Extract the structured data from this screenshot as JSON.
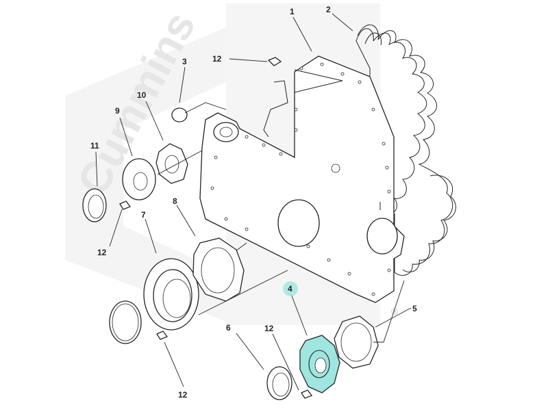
{
  "watermark": {
    "text": "Cummins",
    "registered": "®"
  },
  "callouts": [
    {
      "id": "1",
      "label": "1"
    },
    {
      "id": "2",
      "label": "2"
    },
    {
      "id": "3",
      "label": "3"
    },
    {
      "id": "4",
      "label": "4",
      "highlighted": true
    },
    {
      "id": "5",
      "label": "5"
    },
    {
      "id": "6",
      "label": "6"
    },
    {
      "id": "7",
      "label": "7"
    },
    {
      "id": "8",
      "label": "8"
    },
    {
      "id": "9",
      "label": "9"
    },
    {
      "id": "10",
      "label": "10"
    },
    {
      "id": "11",
      "label": "11"
    },
    {
      "id": "12a",
      "label": "12"
    },
    {
      "id": "12b",
      "label": "12"
    },
    {
      "id": "12c",
      "label": "12"
    },
    {
      "id": "12d",
      "label": "12"
    }
  ],
  "colors": {
    "highlight": "#9fe6e0",
    "line": "#222222",
    "watermark": "#e6e6e6"
  }
}
